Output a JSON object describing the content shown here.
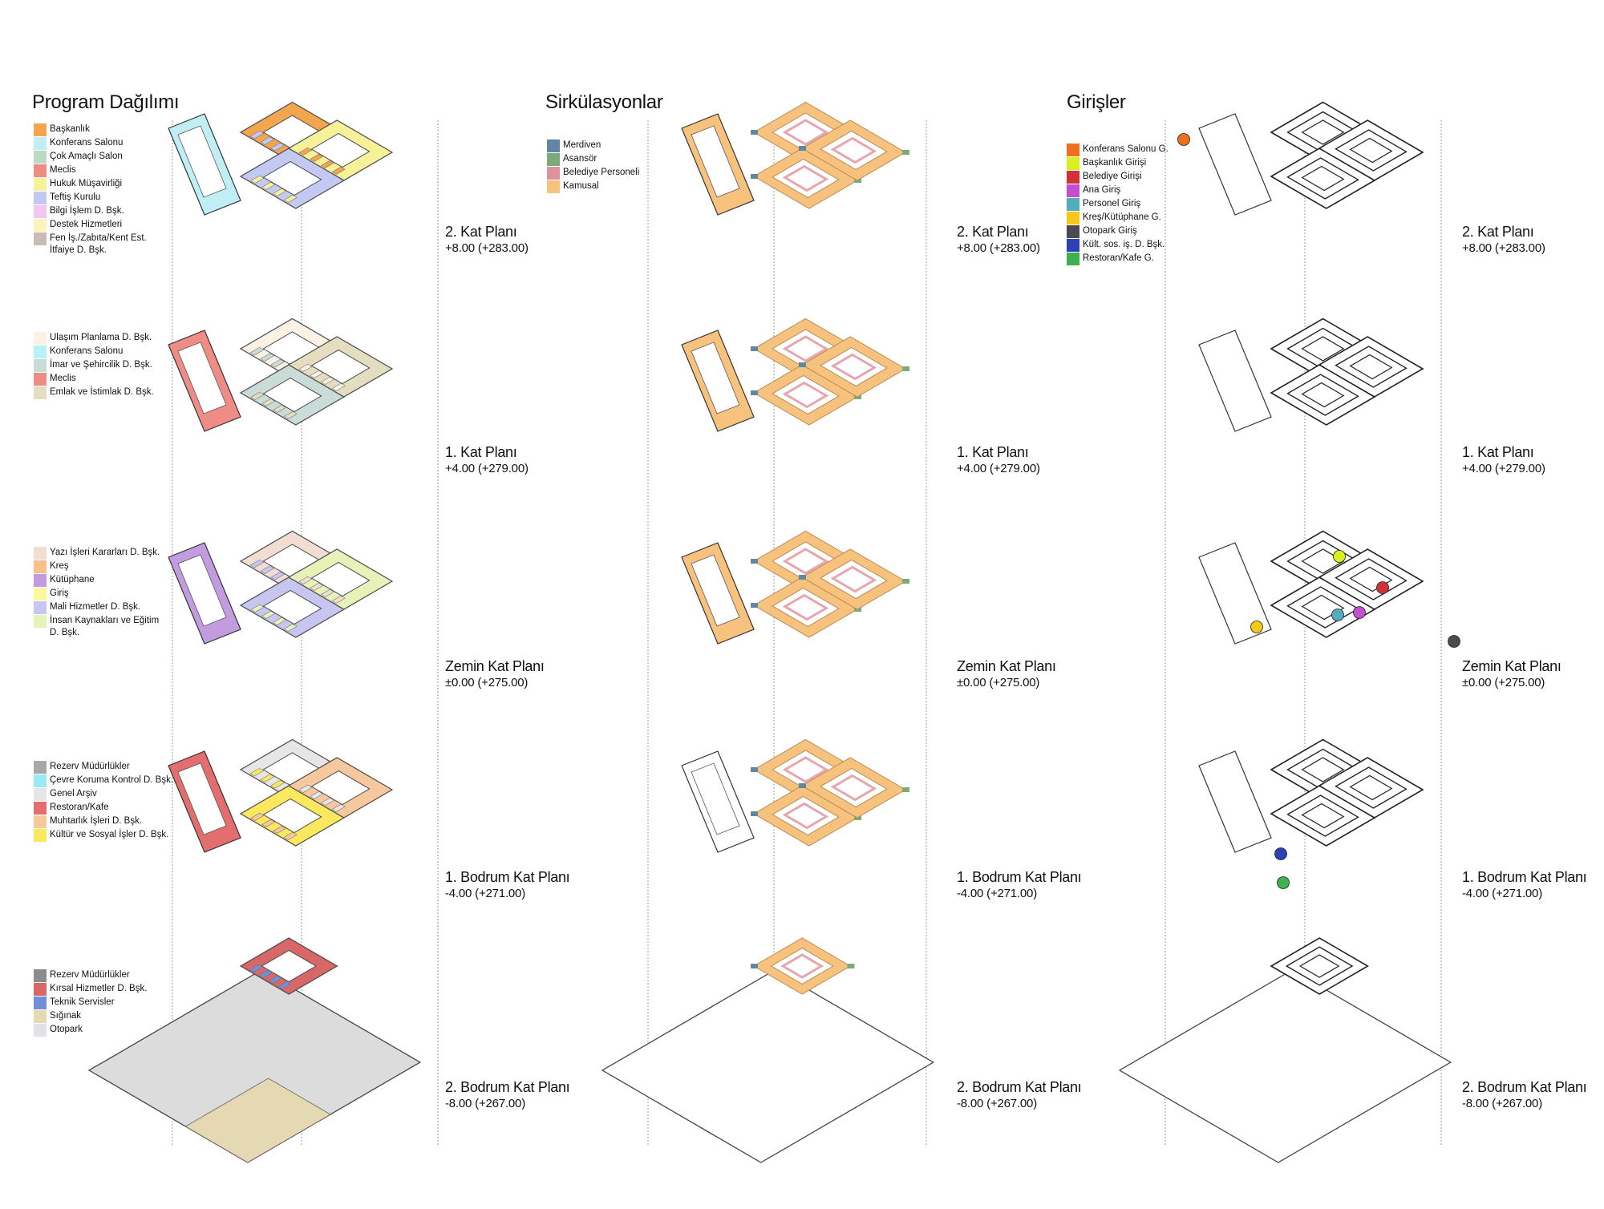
{
  "columns": [
    {
      "title": "Program Dağılımı"
    },
    {
      "title": "Sirkülasyonlar"
    },
    {
      "title": "Girişler"
    }
  ],
  "levels": [
    {
      "title": "2. Kat Planı",
      "elevation": "+8.00 (+283.00)"
    },
    {
      "title": "1. Kat Planı",
      "elevation": "+4.00 (+279.00)"
    },
    {
      "title": "Zemin Kat Planı",
      "elevation": "±0.00 (+275.00)"
    },
    {
      "title": "1. Bodrum Kat Planı",
      "elevation": "-4.00 (+271.00)"
    },
    {
      "title": "2. Bodrum Kat Planı",
      "elevation": "-8.00 (+267.00)"
    }
  ],
  "program_legends": [
    [
      {
        "label": "Başkanlık",
        "color": "#f4a64e"
      },
      {
        "label": "Konferans Salonu",
        "color": "#bfeef5"
      },
      {
        "label": "Çok Amaçlı Salon",
        "color": "#bcd9c3"
      },
      {
        "label": "Meclis",
        "color": "#ef8a84"
      },
      {
        "label": "Hukuk Müşavirliği",
        "color": "#f7f29a"
      },
      {
        "label": "Teftiş Kurulu",
        "color": "#c3c9f2"
      },
      {
        "label": "Bilgi İşlem D. Bşk.",
        "color": "#f1c6f2"
      },
      {
        "label": "Destek Hizmetleri",
        "color": "#fbf2bd"
      },
      {
        "label": "Fen İş./Zabıta/Kent Est.",
        "color": "#c9bcb4"
      },
      {
        "label": "İtfaiye D. Bşk.",
        "color": ""
      }
    ],
    [
      {
        "label": "Ulaşım Planlama D. Bşk.",
        "color": "#fbf1e4"
      },
      {
        "label": "Konferans Salonu",
        "color": "#b8f1f8"
      },
      {
        "label": "İmar ve Şehircilik D. Bşk.",
        "color": "#c9dcd8"
      },
      {
        "label": "Meclis",
        "color": "#f08c86"
      },
      {
        "label": "Emlak ve İstimlak D. Bşk.",
        "color": "#e5ddbf"
      }
    ],
    [
      {
        "label": "Yazı İşleri Kararları D. Bşk.",
        "color": "#f2ddd2"
      },
      {
        "label": "Kreş",
        "color": "#f9bf8a"
      },
      {
        "label": "Kütüphane",
        "color": "#c39ce0"
      },
      {
        "label": "Giriş",
        "color": "#fafa9c"
      },
      {
        "label": "Mali Hizmetler D. Bşk.",
        "color": "#c7c6f0"
      },
      {
        "label": "İnsan Kaynakları ve Eğitim",
        "color": "#e6f2b8"
      },
      {
        "label": "D. Bşk.",
        "color": ""
      }
    ],
    [
      {
        "label": "Rezerv Müdürlükler",
        "color": "#a8a8a8"
      },
      {
        "label": "Çevre Koruma Kontrol D. Bşk.",
        "color": "#9be9f4"
      },
      {
        "label": "Genel Arşiv",
        "color": "#e6e6e6"
      },
      {
        "label": "Restoran/Kafe",
        "color": "#e36e6e"
      },
      {
        "label": "Muhtarlık İşleri D. Bşk.",
        "color": "#f6c89e"
      },
      {
        "label": "Kültür ve Sosyal İşler D. Bşk.",
        "color": "#fbe85e"
      }
    ],
    [
      {
        "label": "Rezerv Müdürlükler",
        "color": "#8c8c8c"
      },
      {
        "label": "Kırsal Hizmetler D. Bşk.",
        "color": "#d86767"
      },
      {
        "label": "Teknik Servisler",
        "color": "#6f90d6"
      },
      {
        "label": "Sığınak",
        "color": "#e4d9b2"
      },
      {
        "label": "Otopark",
        "color": "#e1e1e6"
      }
    ]
  ],
  "circulation_legend": [
    {
      "label": "Merdiven",
      "color": "#5f86a2"
    },
    {
      "label": "Asansör",
      "color": "#7aab78"
    },
    {
      "label": "Belediye Personeli",
      "color": "#dd939c"
    },
    {
      "label": "Kamusal",
      "color": "#f7c27e"
    }
  ],
  "entrance_legend": [
    {
      "label": "Konferans Salonu G.",
      "color": "#f06f1f"
    },
    {
      "label": "Başkanlık Girişi",
      "color": "#d8f01e"
    },
    {
      "label": "Belediye Girişi",
      "color": "#d2303a"
    },
    {
      "label": "Ana Giriş",
      "color": "#c14fd0"
    },
    {
      "label": "Personel Giriş",
      "color": "#52aebd"
    },
    {
      "label": "Kreş/Kütüphane G.",
      "color": "#f5c91a"
    },
    {
      "label": "Otopark Giriş",
      "color": "#4c4a50"
    },
    {
      "label": "Kült. sos. iş. D. Bşk.",
      "color": "#2f40b4"
    },
    {
      "label": "Restoran/Kafe G.",
      "color": "#3fb04e"
    }
  ],
  "colors": {
    "kamusal": "#f7c27e",
    "personel": "#e6a6ad",
    "merdiven": "#5f86a2",
    "asansor": "#7aab78",
    "line": "#4a4a4a",
    "parking": "#dcdcdc"
  }
}
